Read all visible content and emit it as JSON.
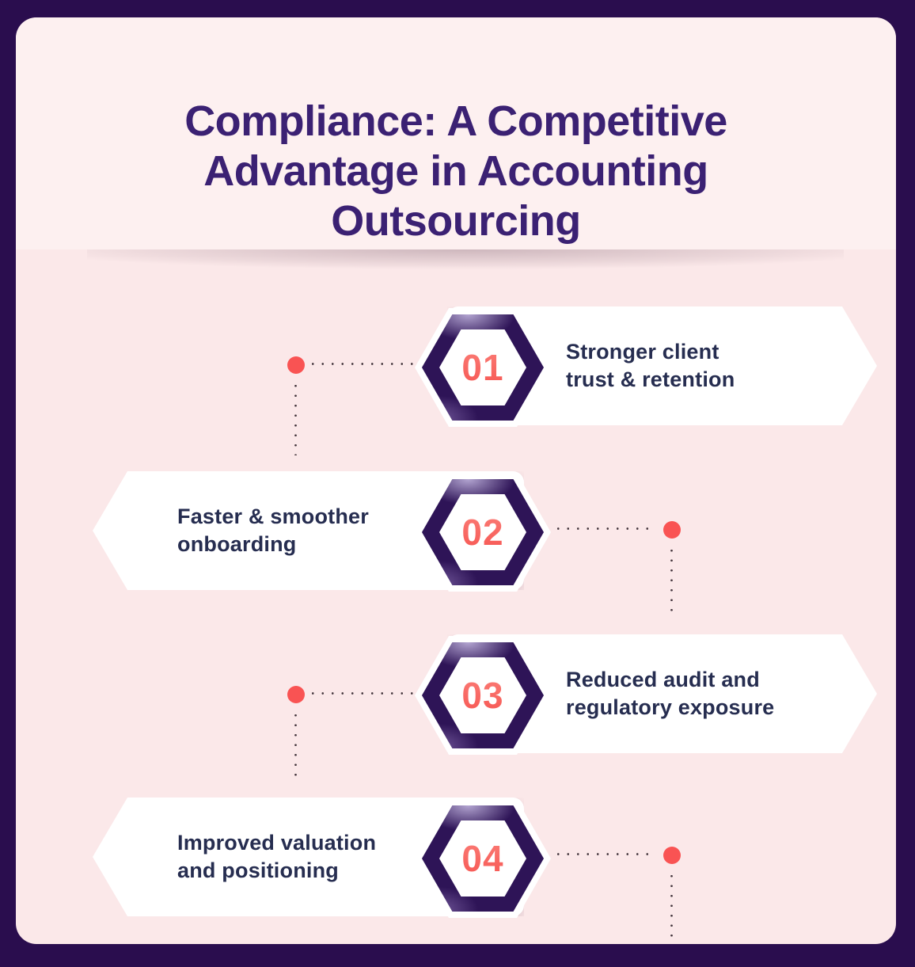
{
  "page": {
    "title": "Compliance: A Competitive\nAdvantage in Accounting\nOutsourcing"
  },
  "theme": {
    "frame_color": "#2a0d4e",
    "background": "#fbe8e9",
    "header_background": "#fdf0f0",
    "title_color": "#3b2173",
    "banner_color": "#ffffff",
    "text_color": "#262d50",
    "hexagon_ring_color": "#2e1457",
    "hexagon_highlight_color": "#b3a5d1",
    "number_color_top": "#fd938c",
    "number_color_bottom": "#f4403d",
    "connector_dot_color": "#f95353",
    "dotted_line_color": "#43353c"
  },
  "items": [
    {
      "number": "01",
      "label": "Stronger client\ntrust & retention",
      "direction": "right"
    },
    {
      "number": "02",
      "label": "Faster & smoother\nonboarding",
      "direction": "left"
    },
    {
      "number": "03",
      "label": "Reduced audit and\nregulatory exposure",
      "direction": "right"
    },
    {
      "number": "04",
      "label": "Improved valuation\nand positioning",
      "direction": "left"
    }
  ]
}
